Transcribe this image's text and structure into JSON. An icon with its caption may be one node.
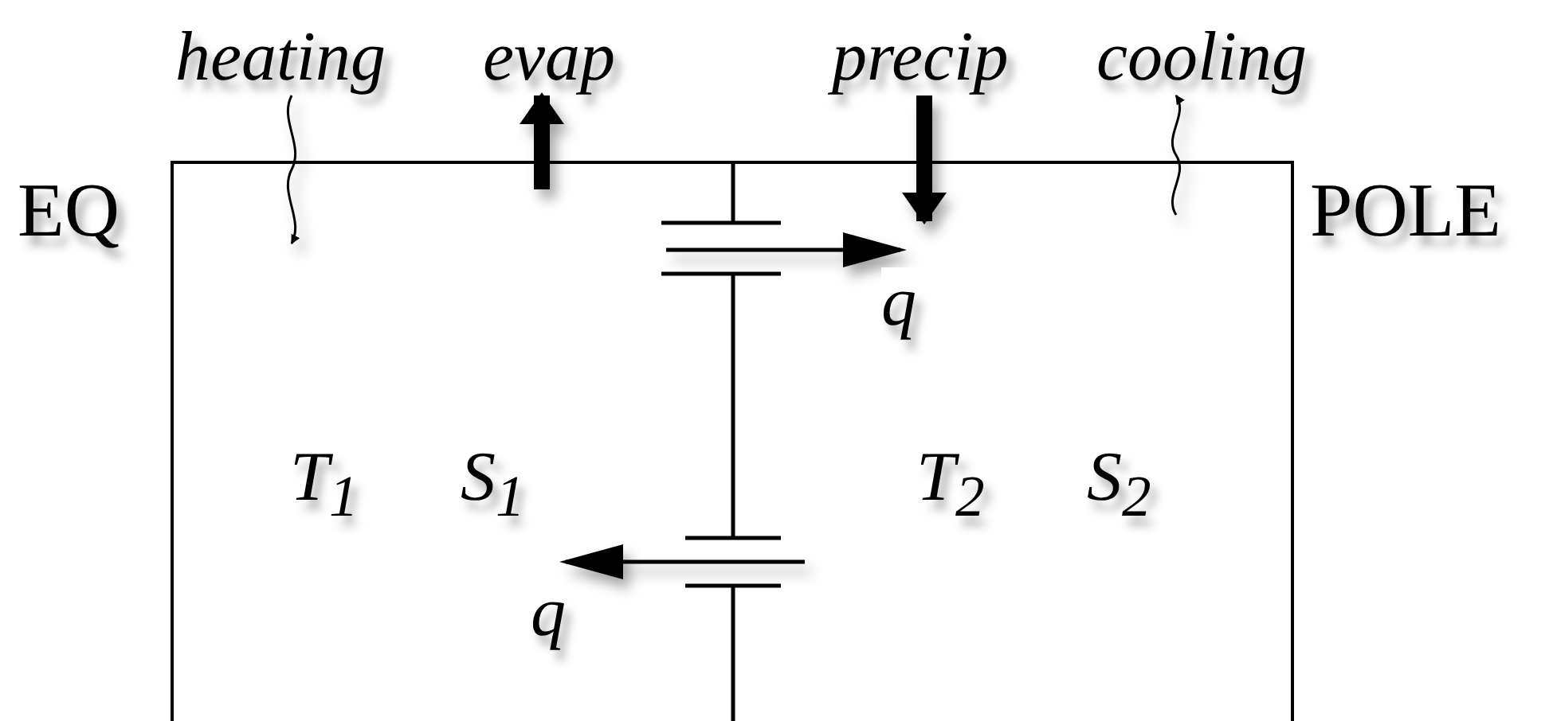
{
  "diagram": {
    "nodes": [
      {
        "text": [
          "heating"
        ]
      },
      {
        "text": [
          "evap"
        ]
      },
      {
        "text": [
          "precip"
        ]
      },
      {
        "text": [
          "cooling"
        ]
      },
      {
        "text": [
          "EQ",
          "T$_{1}$",
          "S$_{1}$"
        ]
      },
      {
        "text": [
          "POLE",
          "T$_{2}$",
          "S$_{2}$"
        ]
      }
    ],
    "edges": [
      {
        "from": 0,
        "to": 4,
        "arrow": "to"
      },
      {
        "from": 4,
        "to": 1,
        "arrow": "to",
        "style": "thick"
      },
      {
        "from": 2,
        "to": 5,
        "arrow": "to",
        "style": "thick"
      },
      {
        "from": 5,
        "to": 3,
        "arrow": "to"
      },
      {
        "from": 4,
        "to": 5,
        "arrow": "to",
        "label": "q"
      },
      {
        "from": 5,
        "to": 4,
        "arrow": "to",
        "label": "q"
      }
    ]
  }
}
